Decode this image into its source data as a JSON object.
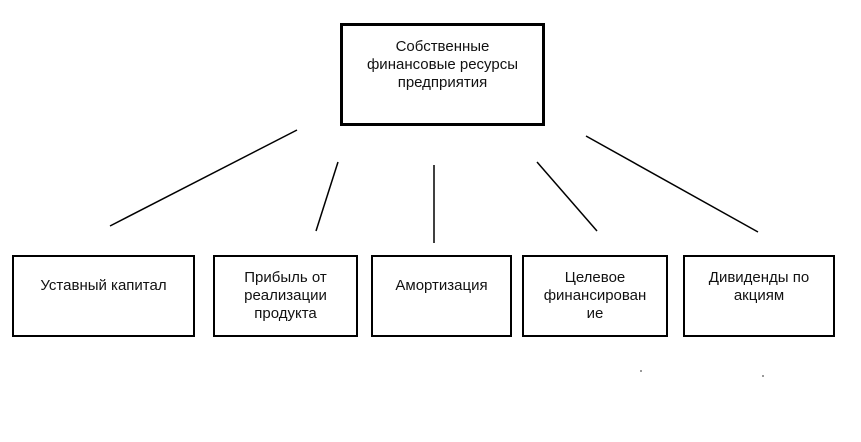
{
  "root": {
    "lines": [
      "Собственные",
      "финансовые ресурсы",
      "предприятия"
    ]
  },
  "children": [
    {
      "lines": [
        "Уставный капитал"
      ]
    },
    {
      "lines": [
        "Прибыль от",
        "реализации",
        "продукта"
      ]
    },
    {
      "lines": [
        "Амортизация"
      ]
    },
    {
      "lines": [
        "Целевое",
        "финансирован",
        "ие"
      ]
    },
    {
      "lines": [
        "Дивиденды по",
        "акциям"
      ]
    }
  ]
}
